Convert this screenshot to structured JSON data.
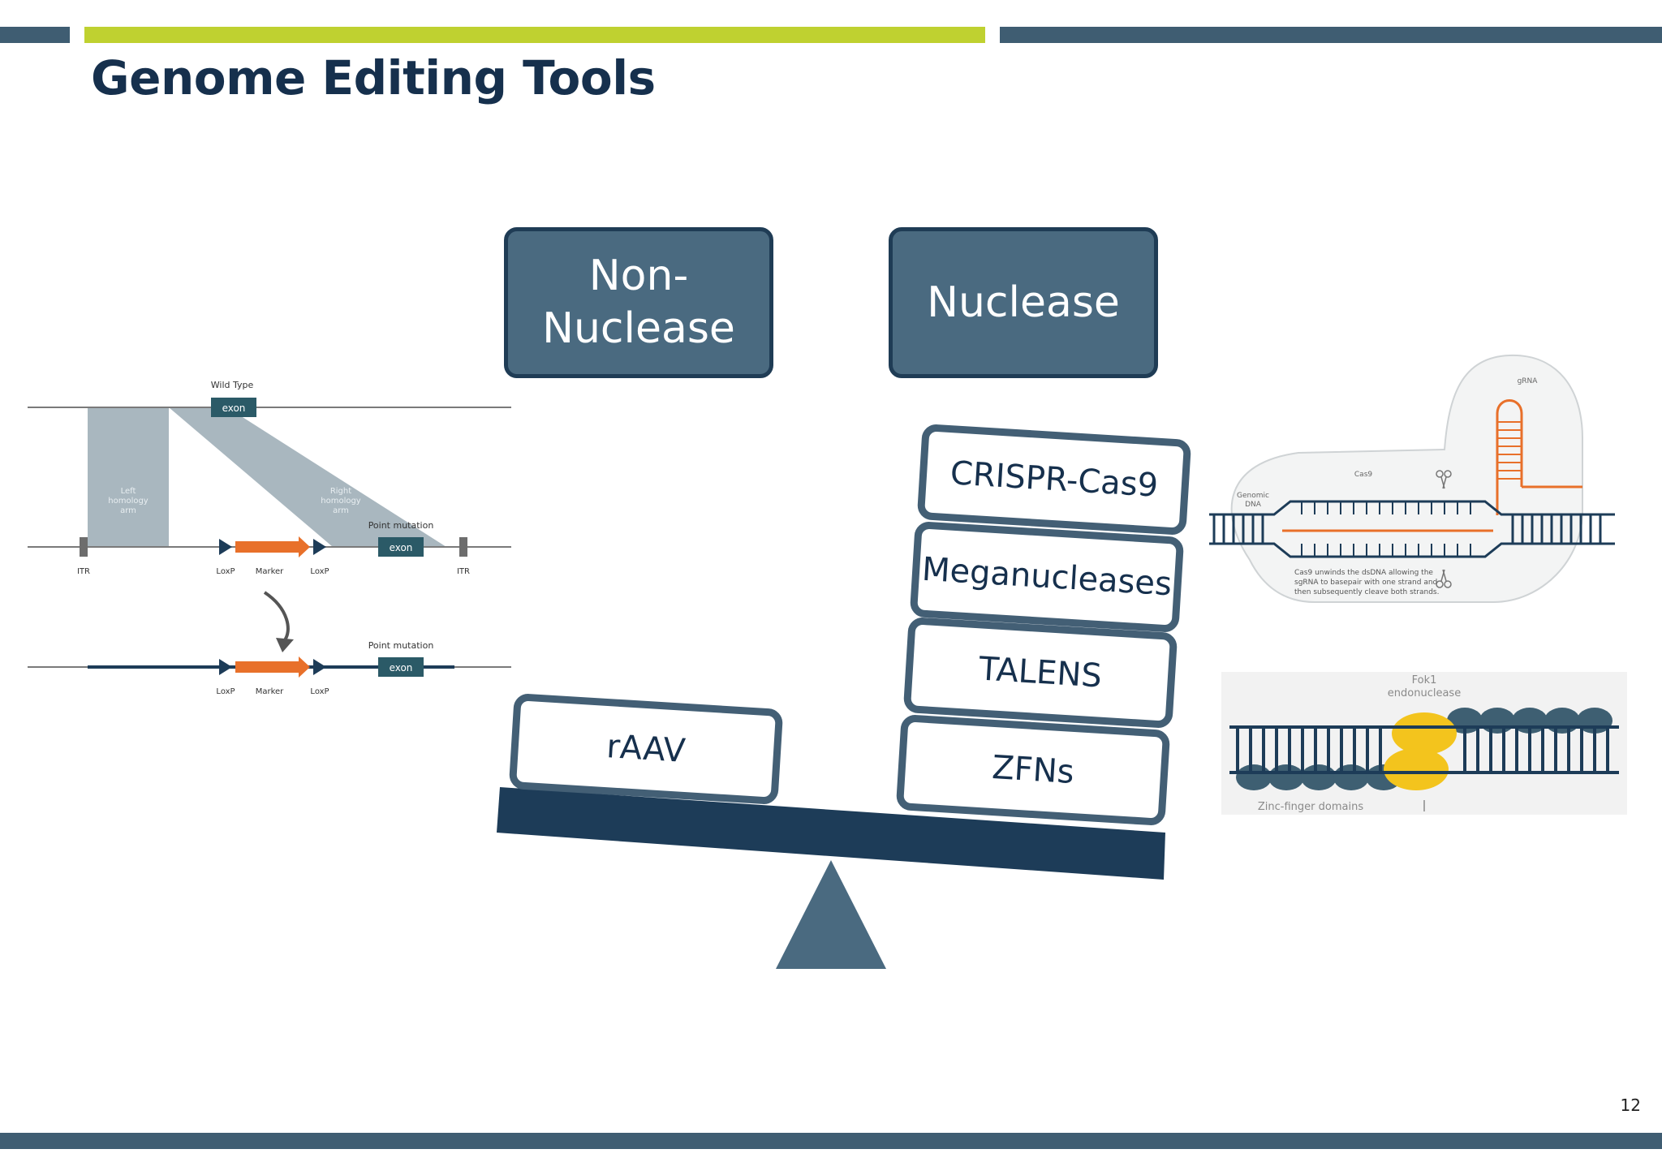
{
  "slide": {
    "title": "Genome Editing Tools",
    "page_number": "12"
  },
  "categories": {
    "non_nuclease": "Non-\nNuclease",
    "nuclease": "Nuclease"
  },
  "tools": {
    "raav": "rAAV",
    "crispr": "CRISPR-Cas9",
    "meganucleases": "Meganucleases",
    "talens": "TALENS",
    "zfns": "ZFNs"
  },
  "raav_diagram": {
    "wild_type": "Wild Type",
    "exon": "exon",
    "left_arm": "Left\nhomology\narm",
    "right_arm": "Right\nhomology\narm",
    "point_mutation": "Point mutation",
    "itr": "ITR",
    "loxp": "LoxP",
    "marker": "Marker"
  },
  "crispr_diagram": {
    "grna": "gRNA",
    "cas9": "Cas9",
    "genomic_dna": "Genomic\nDNA",
    "caption": "Cas9 unwinds the dsDNA allowing the\nsgRNA to basepair with one strand and\nthen subsequently cleave both strands."
  },
  "zfn_diagram": {
    "fok1": "Fok1\nendonuclease",
    "zinc_finger": "Zinc-finger domains"
  },
  "colors": {
    "dark_navy": "#1d3c58",
    "slate": "#4a6a80",
    "lime": "#bfd130",
    "orange": "#e8702a",
    "yellow": "#f3c41d"
  }
}
